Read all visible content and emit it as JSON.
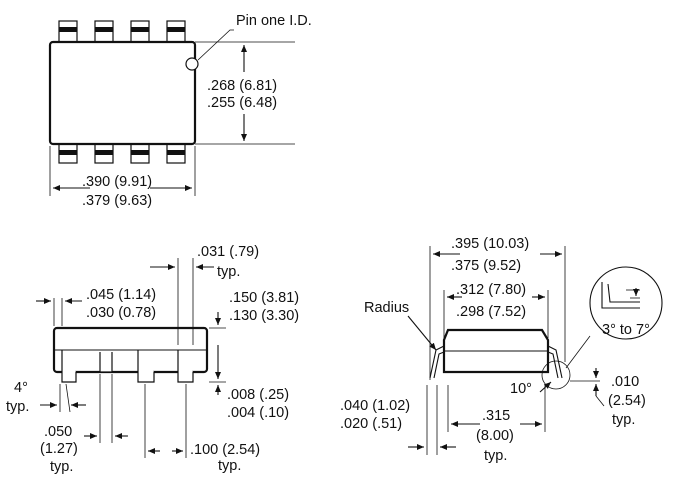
{
  "colors": {
    "ink": "#111111",
    "background": "#ffffff"
  },
  "top_view": {
    "pin_one_label": "Pin one I.D.",
    "height_max": ".268 (6.81)",
    "height_min": ".255 (6.48)",
    "width_max": ".390 (9.91)",
    "width_min": ".379 (9.63)"
  },
  "side_view": {
    "lead_width": ".031 (.79)",
    "lead_width_note": "typ.",
    "shoulder_max": ".045 (1.14)",
    "shoulder_min": ".030 (0.78)",
    "body_height_max": ".150 (3.81)",
    "body_height_min": ".130 (3.30)",
    "standoff_max": ".008 (.25)",
    "standoff_min": ".004 (.10)",
    "angle": "4°",
    "angle_note": "typ.",
    "lead_foot": ".050",
    "lead_foot_mm": "(1.27)",
    "lead_foot_note": "typ.",
    "pitch": ".100 (2.54)",
    "pitch_note": "typ."
  },
  "end_view": {
    "overall_max": ".395 (10.03)",
    "overall_min": ".375 (9.52)",
    "body_width_max": ".312 (7.80)",
    "body_width_min": ".298 (7.52)",
    "radius_label": "Radius",
    "detail_angle": "3° to 7°",
    "bend_angle": "10°",
    "lead_thickness": ".010",
    "lead_thickness_mm": "(2.54)",
    "lead_thickness_note": "typ.",
    "lead_radius_max": ".040 (1.02)",
    "lead_radius_min": ".020 (.51)",
    "row_spacing": ".315",
    "row_spacing_mm": "(8.00)",
    "row_spacing_note": "typ."
  }
}
